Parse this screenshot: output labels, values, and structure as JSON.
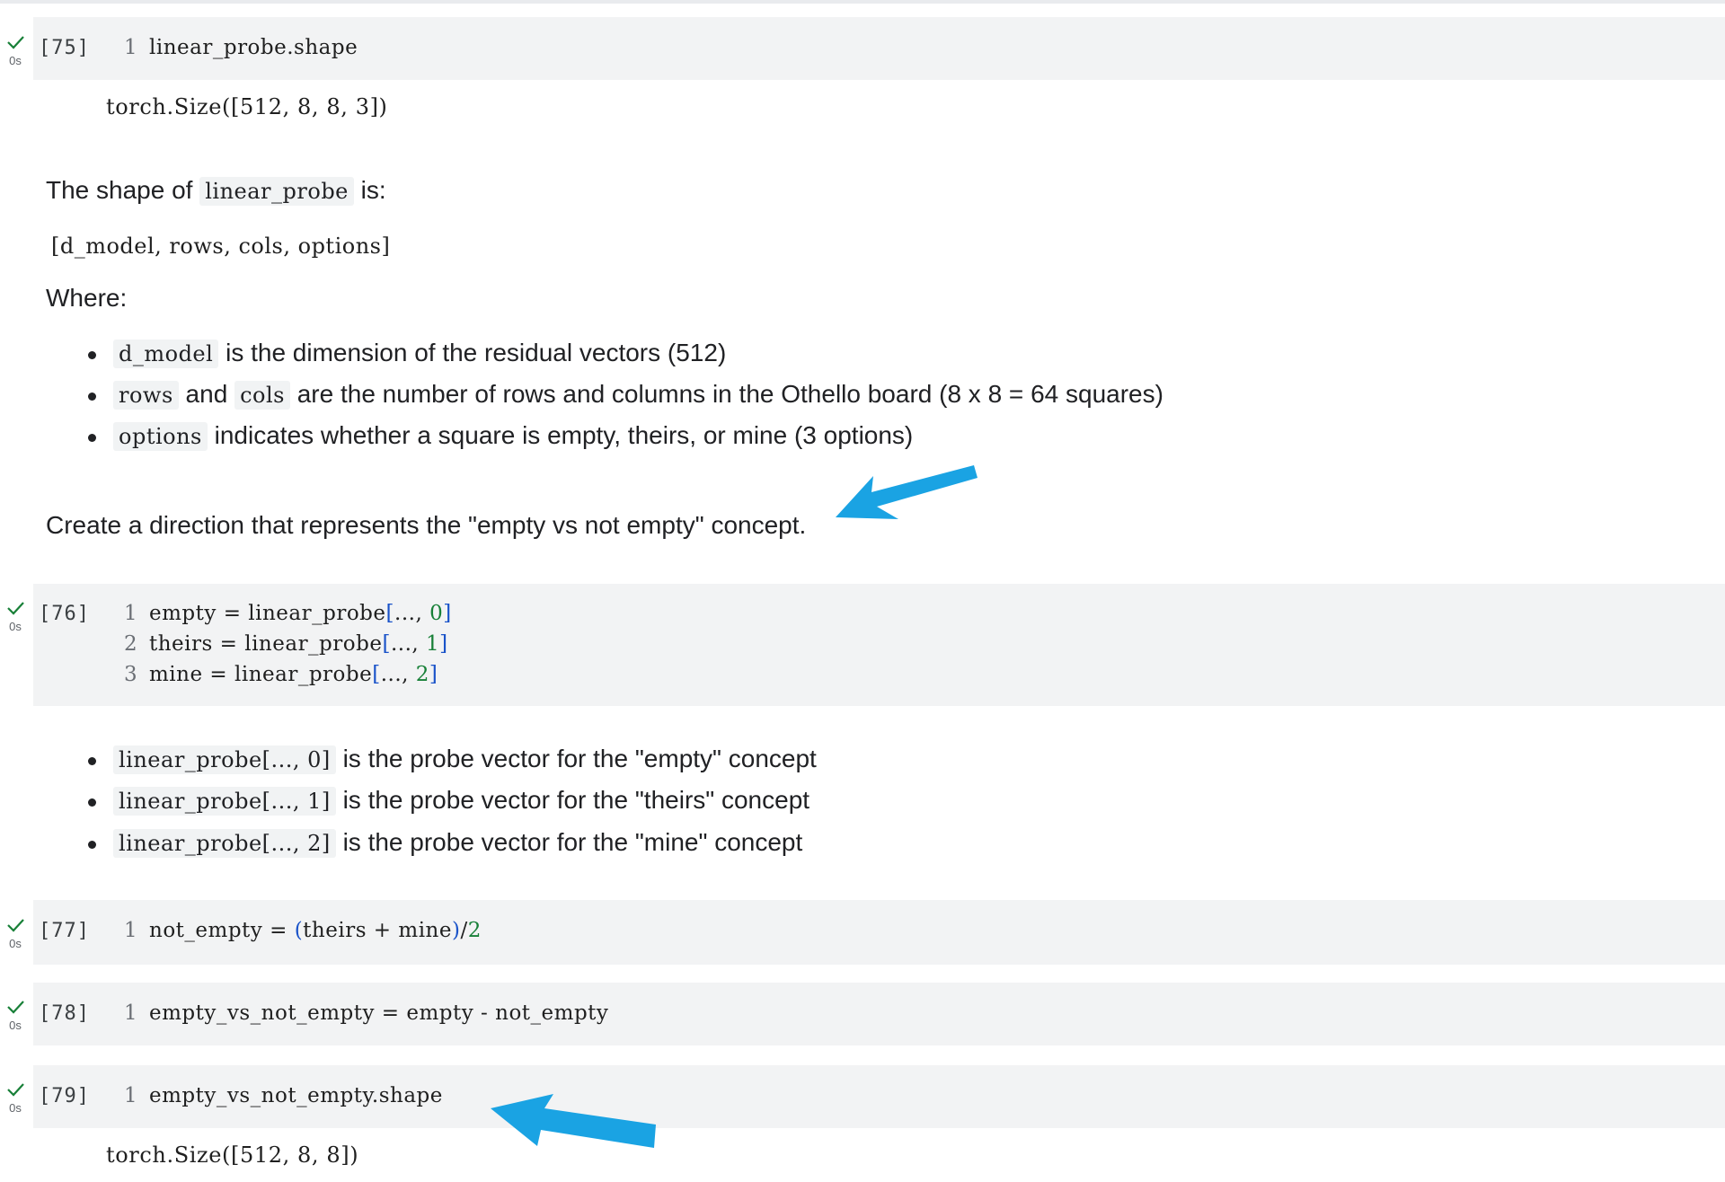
{
  "cells": [
    {
      "exec": "[75]",
      "duration": "0s",
      "lines": [
        {
          "n": "1",
          "code": "linear_probe.shape"
        }
      ],
      "output": "torch.Size([512, 8, 8, 3])"
    },
    {
      "exec": "[76]",
      "duration": "0s",
      "lines": [
        {
          "n": "1",
          "pre": "empty = linear_probe",
          "args": "..., ",
          "num": "0"
        },
        {
          "n": "2",
          "pre": "theirs = linear_probe",
          "args": "..., ",
          "num": "1"
        },
        {
          "n": "3",
          "pre": "mine = linear_probe",
          "args": "..., ",
          "num": "2"
        }
      ]
    },
    {
      "exec": "[77]",
      "duration": "0s",
      "lines": [
        {
          "n": "1",
          "pre": "not_empty = ",
          "inner": "theirs + mine",
          "post": "/",
          "num": "2"
        }
      ]
    },
    {
      "exec": "[78]",
      "duration": "0s",
      "lines": [
        {
          "n": "1",
          "code": "empty_vs_not_empty = empty - not_empty"
        }
      ]
    },
    {
      "exec": "[79]",
      "duration": "0s",
      "lines": [
        {
          "n": "1",
          "code": "empty_vs_not_empty.shape"
        }
      ],
      "output": "torch.Size([512, 8, 8])"
    }
  ],
  "markdown1": {
    "shape_prefix": "The shape of ",
    "shape_code": "linear_probe",
    "shape_suffix": " is:",
    "shape_block": "[d_model, rows, cols, options]",
    "where": "Where:",
    "bullets": [
      {
        "code": "d_model",
        "text": " is the dimension of the residual vectors (512)"
      },
      {
        "code": "rows",
        "mid": " and ",
        "code2": "cols",
        "text": " are the number of rows and columns in the Othello board (8 x 8 = 64 squares)"
      },
      {
        "code": "options",
        "text": " indicates whether a square is empty, theirs, or mine (3 options)"
      }
    ],
    "direction_text": "Create a direction that represents the \"empty vs not empty\" concept."
  },
  "markdown2": {
    "bullets": [
      {
        "code": "linear_probe[..., 0]",
        "text": " is the probe vector for the \"empty\" concept"
      },
      {
        "code": "linear_probe[..., 1]",
        "text": " is the probe vector for the \"theirs\" concept"
      },
      {
        "code": "linear_probe[..., 2]",
        "text": " is the probe vector for the \"mine\" concept"
      }
    ]
  },
  "colors": {
    "arrow": "#1aa3e3",
    "check": "#188038",
    "cell_bg": "#f2f3f4"
  }
}
